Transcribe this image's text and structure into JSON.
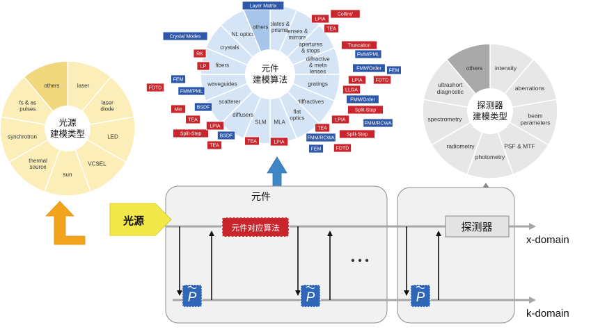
{
  "source_wheel": {
    "center_text": [
      "光源",
      "建模类型"
    ],
    "segments": [
      "laser",
      "laser diode",
      "LED",
      "VCSEL",
      "sun",
      "thermal source",
      "synchrotron",
      "fs & as pulses",
      "others"
    ],
    "colors": {
      "base": "#fbeeb8",
      "highlight": "#f1d77e",
      "stroke": "#ffffff"
    }
  },
  "component_wheel": {
    "center_text": [
      "元件",
      "建模算法"
    ],
    "segments": [
      "plates & prisms",
      "lenses & mirrors",
      "apertures & stops",
      "diffractive & meta lenses",
      "gratings",
      "diffractives",
      "flat optics",
      "MLA",
      "SLM",
      "diffusers",
      "scatterer",
      "waveguides",
      "fibers",
      "crystals",
      "NL optics",
      "others"
    ],
    "colors": {
      "base": "#d6e5f5",
      "highlight": "#a7c5e8",
      "stroke": "#ffffff"
    },
    "tags": [
      {
        "text": "Layer Matrix",
        "color": "blue"
      },
      {
        "text": "Crystal Modes",
        "color": "blue"
      },
      {
        "text": "LPIA",
        "color": "red"
      },
      {
        "text": "Collins'",
        "color": "red"
      },
      {
        "text": "TEA",
        "color": "red"
      },
      {
        "text": "Truncation",
        "color": "red"
      },
      {
        "text": "FMM/PML",
        "color": "blue"
      },
      {
        "text": "FMM/Order",
        "color": "blue"
      },
      {
        "text": "FEM",
        "color": "blue"
      },
      {
        "text": "LPIA",
        "color": "red"
      },
      {
        "text": "FDTD",
        "color": "red"
      },
      {
        "text": "LLGA",
        "color": "red"
      },
      {
        "text": "FMM/Order",
        "color": "blue"
      },
      {
        "text": "Split-Step",
        "color": "red"
      },
      {
        "text": "LPIA",
        "color": "red"
      },
      {
        "text": "FMM/RCWA",
        "color": "blue"
      },
      {
        "text": "TEA",
        "color": "red"
      },
      {
        "text": "Split-Step",
        "color": "red"
      },
      {
        "text": "FMM/RCWA",
        "color": "blue"
      },
      {
        "text": "FDTD",
        "color": "red"
      },
      {
        "text": "FEM",
        "color": "blue"
      },
      {
        "text": "LPIA",
        "color": "red"
      },
      {
        "text": "TEA",
        "color": "red"
      },
      {
        "text": "BSDF",
        "color": "blue"
      },
      {
        "text": "TEA",
        "color": "red"
      },
      {
        "text": "Split-Step",
        "color": "red"
      },
      {
        "text": "LPIA",
        "color": "red"
      },
      {
        "text": "TEA",
        "color": "red"
      },
      {
        "text": "BSDF",
        "color": "blue"
      },
      {
        "text": "Mie",
        "color": "red"
      },
      {
        "text": "FMM/PML",
        "color": "blue"
      },
      {
        "text": "FDTD",
        "color": "red"
      },
      {
        "text": "FEM",
        "color": "blue"
      },
      {
        "text": "LP",
        "color": "red"
      },
      {
        "text": "RK",
        "color": "red"
      }
    ]
  },
  "detector_wheel": {
    "center_text": [
      "探测器",
      "建模类型"
    ],
    "segments": [
      "intensity",
      "aberrations",
      "beam parameters",
      "PSF & MTF",
      "photometry",
      "radiometry",
      "spectrometry",
      "ultrashort diagnostic",
      "others"
    ],
    "colors": {
      "base": "#e7e7e7",
      "highlight": "#a9a9a9",
      "stroke": "#ffffff"
    }
  },
  "tag_colors": {
    "red": "#c8262c",
    "blue": "#2d57a8"
  },
  "flow": {
    "component_box_title": "元件",
    "source_label": "光源",
    "algo_label": "元件对应算法",
    "detector_label": "探测器",
    "x_domain": "x-domain",
    "k_domain": "k-domain",
    "ellipsis": "• • •",
    "operator_symbol": "P"
  },
  "accent_colors": {
    "source_yellow": "#f2e84a",
    "orange_arrow": "#f2a41c",
    "blue_arrow": "#3f86c6",
    "gray_arrow": "#8c8c8c",
    "algo_red": "#c8262c",
    "operator_blue": "#2f66b8"
  }
}
